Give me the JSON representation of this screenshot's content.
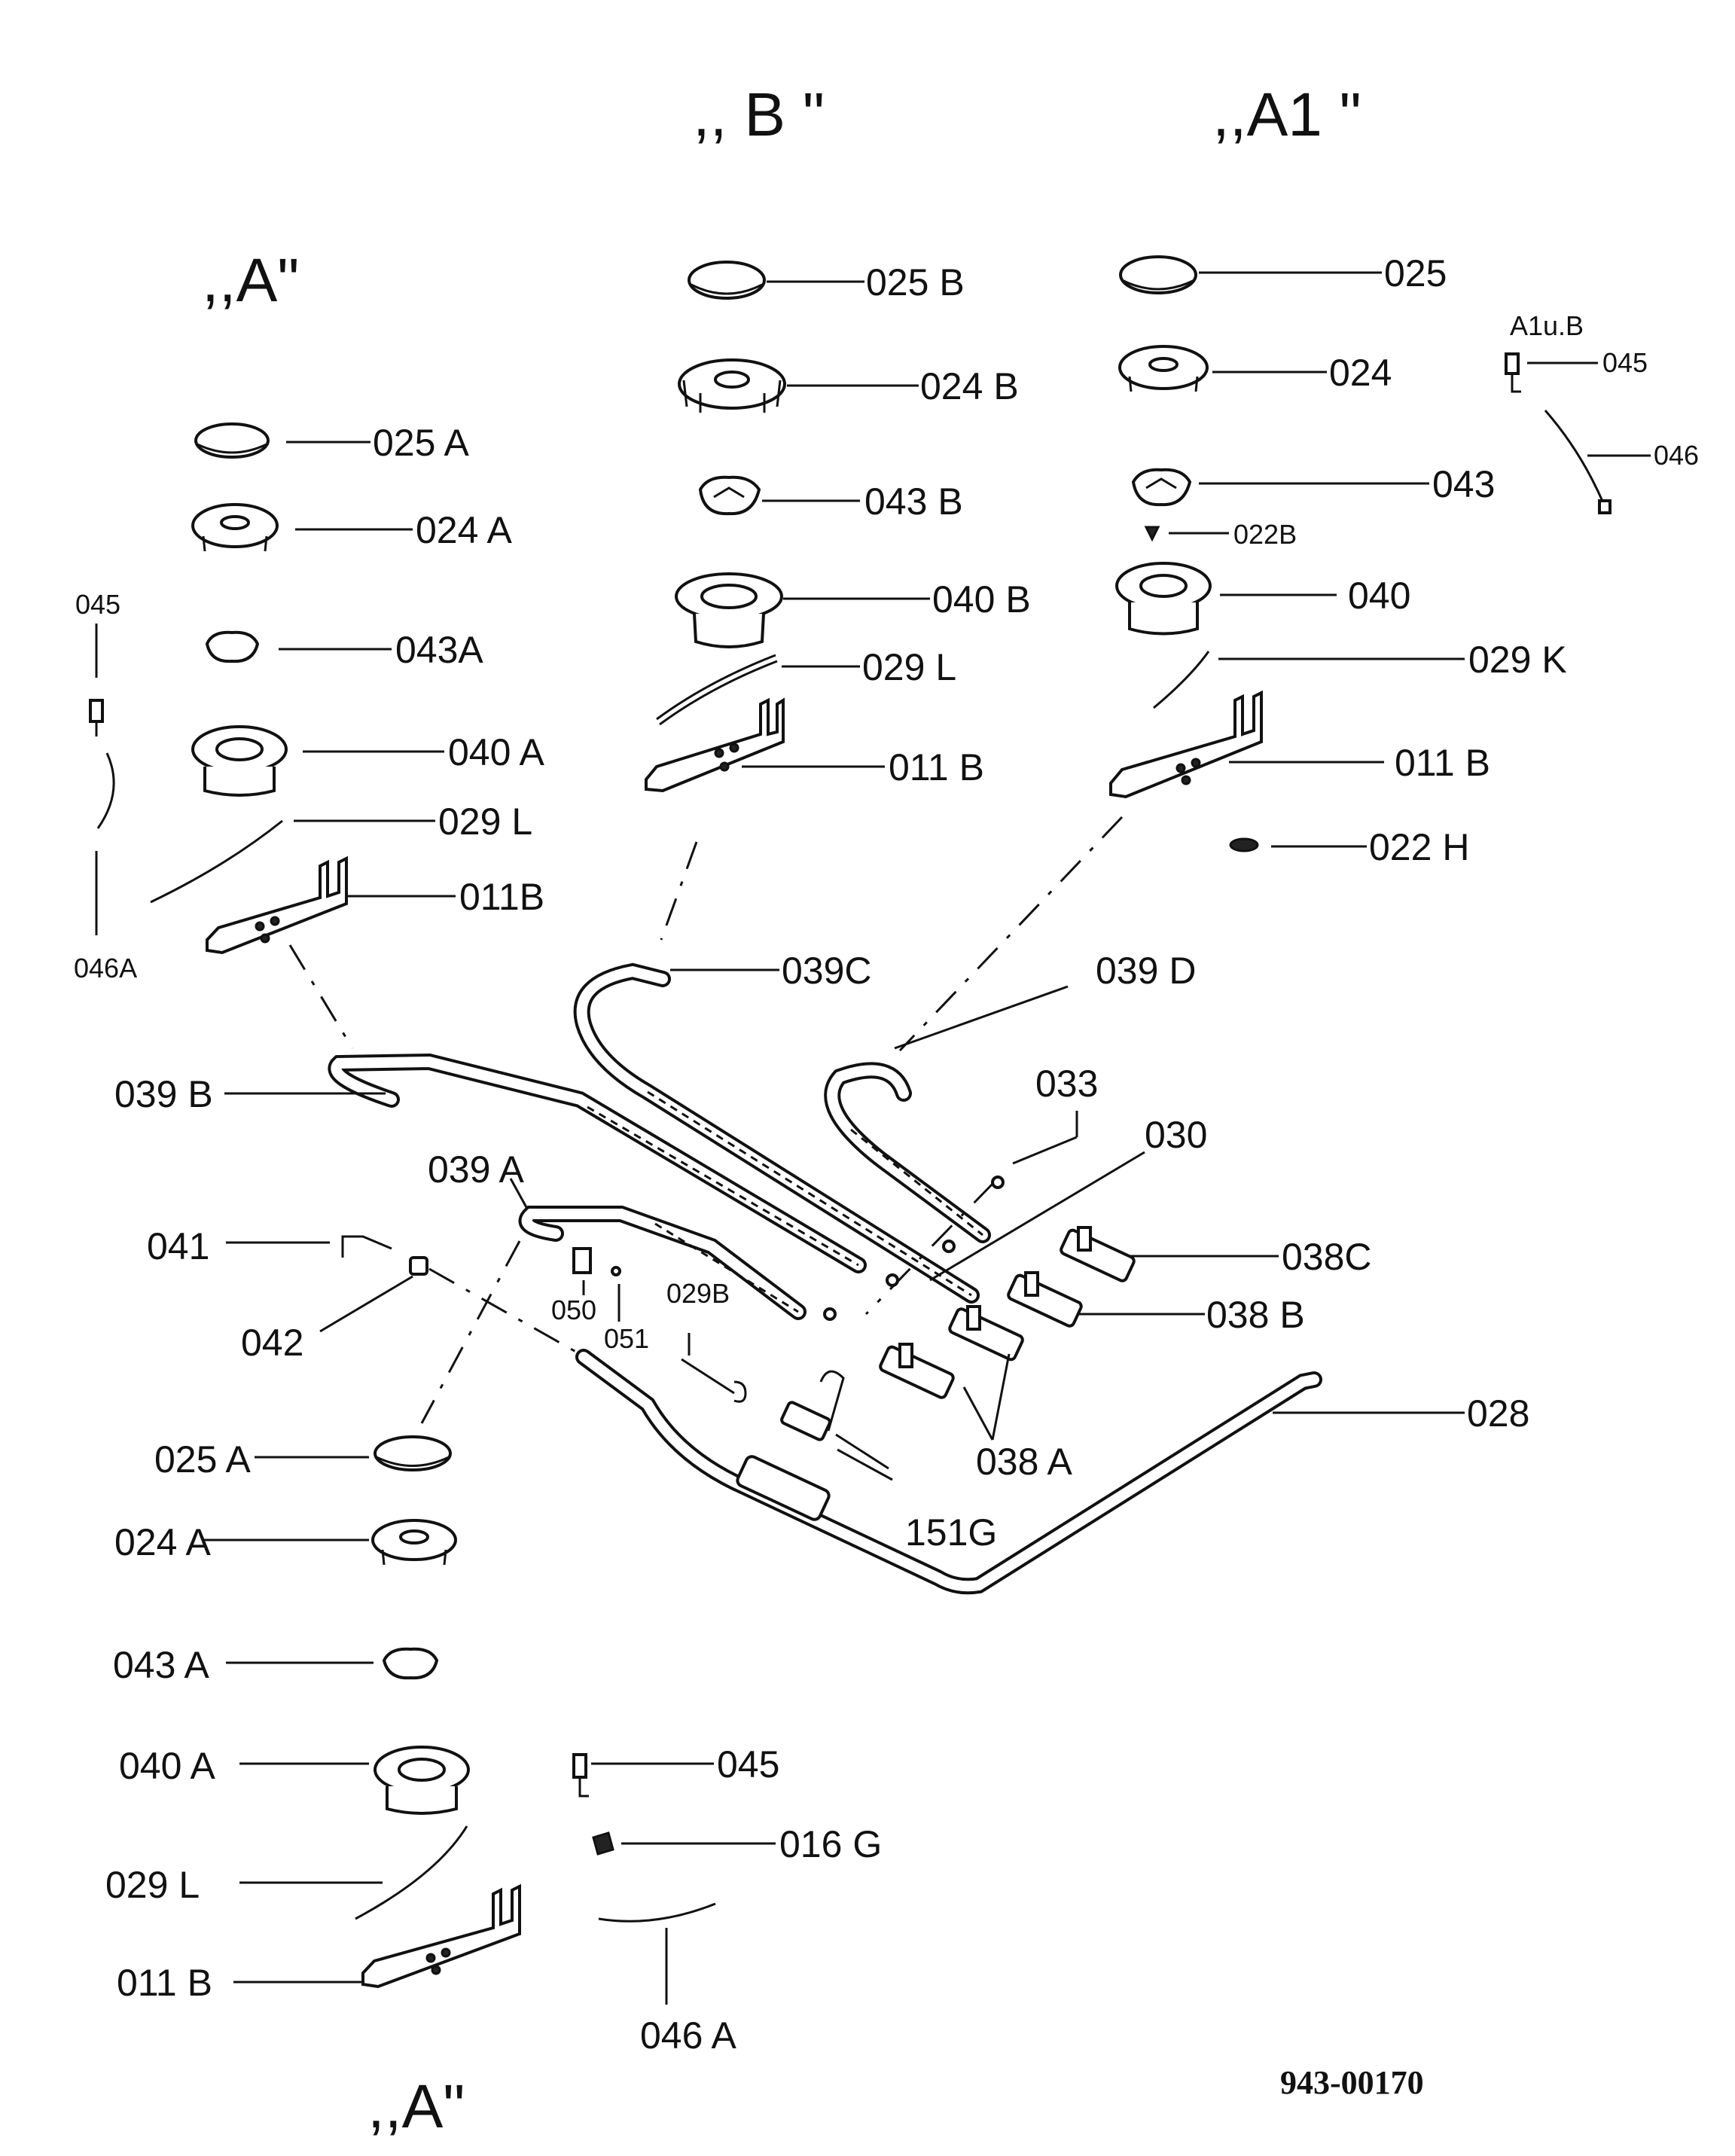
{
  "group_labels": {
    "b": ",, B \"",
    "a1": ",,A1 \"",
    "a_top": ",,A\"",
    "a_bottom": ",,A\""
  },
  "parts": {
    "p025b": "025 B",
    "p024b": "024  B",
    "p043b": "043  B",
    "p040b": "040 B",
    "p029l_b": "029  L",
    "p011b_b": "011 B",
    "p025": "025",
    "p024": "024",
    "p043": "043",
    "p022b": "022B",
    "p040": "040",
    "p029k": "029 K",
    "p011b_a1": "011 B",
    "p022h": "022 H",
    "a1ub": "A1u.B",
    "p045_a1": "045",
    "p046": "046",
    "p025a_top": "025 A",
    "p024a_top": "024 A",
    "p043a_top": "043A",
    "p040a_top": "040 A",
    "p029l_top": "029 L",
    "p011b_top": "011B",
    "p045_left": "045",
    "p046a_left": "046A",
    "p039c": "039C",
    "p039d": "039 D",
    "p039b": "039 B",
    "p033": "033",
    "p030": "030",
    "p039a": "039 A",
    "p041": "041",
    "p042": "042",
    "p050": "050",
    "p051": "051",
    "p029b": "029B",
    "p038c": "038C",
    "p038b": "038 B",
    "p038a": "038  A",
    "p028": "028",
    "p151g": "151G",
    "p025a_bot": "025 A",
    "p024a_bot": "024 A",
    "p043a_bot": "043 A",
    "p040a_bot": "040 A",
    "p029l_bot": "029  L",
    "p011b_bot": "011  B",
    "p045_bot": "045",
    "p016g": "016 G",
    "p046a_bot": "046 A"
  },
  "drawing_code": "943-00170"
}
